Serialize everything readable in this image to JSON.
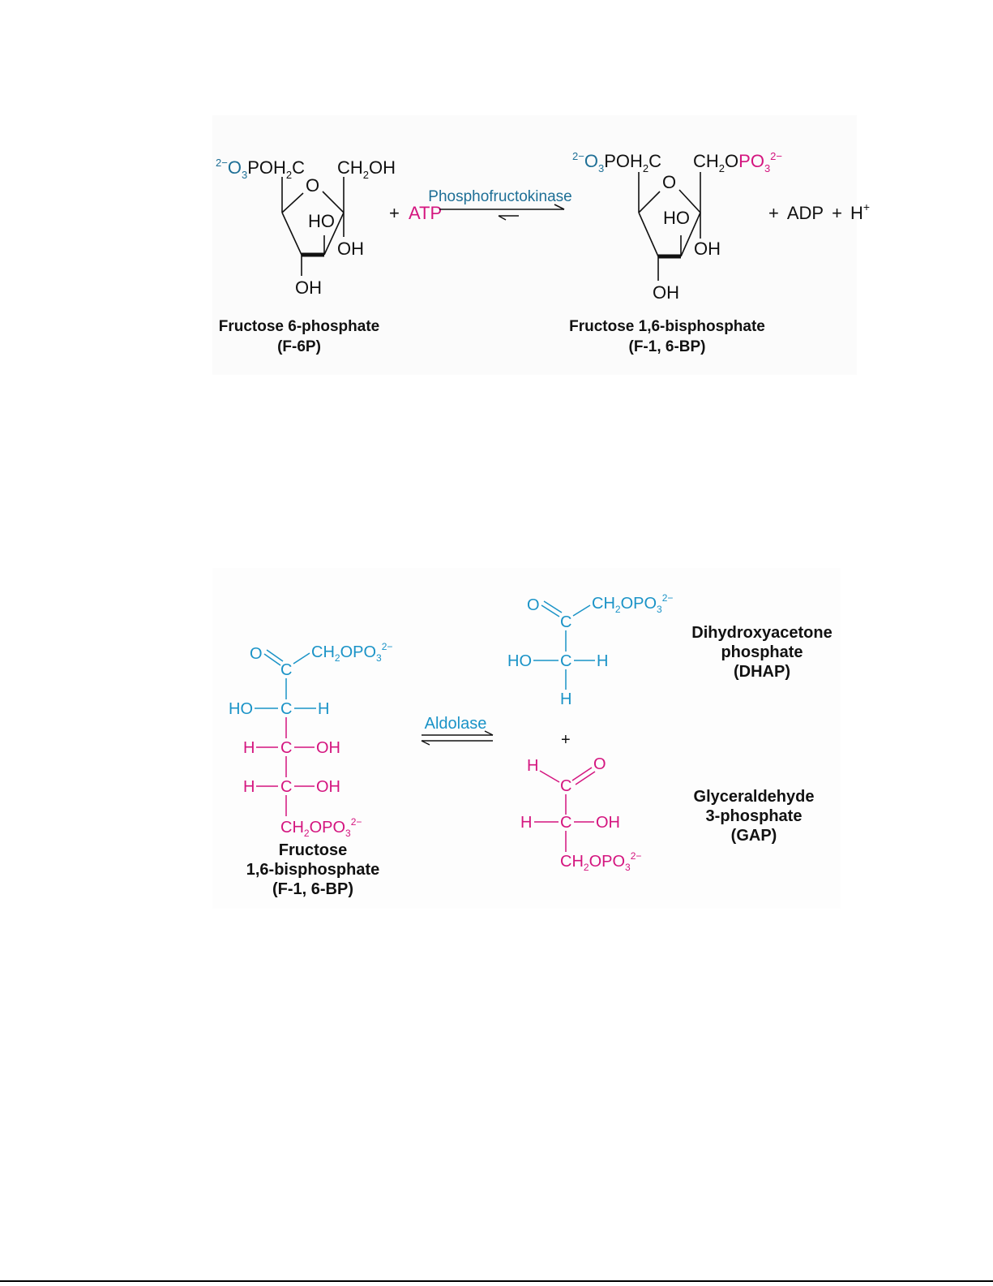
{
  "colors": {
    "blue": "#1a93c7",
    "teal": "#1e6f96",
    "magenta": "#d4157f",
    "black": "#111111"
  },
  "reaction1": {
    "reactant": {
      "left_group": [
        "2−",
        "O",
        "3",
        "POH",
        "2",
        "C"
      ],
      "right_group": [
        "CH",
        "2",
        "OH"
      ],
      "ring_o": "O",
      "ho": "HO",
      "oh_right": "OH",
      "oh_bottom": "OH",
      "name": "Fructose 6-phosphate",
      "abbr": "(F-6P)"
    },
    "plus1": "+",
    "atp": "ATP",
    "enzyme": "Phosphofructokinase",
    "product": {
      "left_group": [
        "2−",
        "O",
        "3",
        "POH",
        "2",
        "C"
      ],
      "right_group_black": [
        "CH",
        "2",
        "O"
      ],
      "right_group_magenta": [
        "PO",
        "3",
        "2−"
      ],
      "ring_o": "O",
      "ho": "HO",
      "oh_right": "OH",
      "oh_bottom": "OH",
      "name": "Fructose 1,6-bisphosphate",
      "abbr": "(F-1, 6-BP)"
    },
    "tail": [
      "+",
      "ADP",
      "+",
      "H",
      "+"
    ]
  },
  "reaction2": {
    "enzyme": "Aldolase",
    "fbp": {
      "o": "O",
      "c1": "C",
      "ch2opo3_top": [
        "CH",
        "2",
        "OPO",
        "3",
        "2−"
      ],
      "ho": "HO",
      "c2": "C",
      "h2": "H",
      "h3": "H",
      "c3": "C",
      "oh3": "OH",
      "h4": "H",
      "c4": "C",
      "oh4": "OH",
      "ch2opo3_bottom": [
        "CH",
        "2",
        "OPO",
        "3",
        "2−"
      ],
      "name_lines": [
        "Fructose",
        "1,6-bisphosphate",
        "(F-1, 6-BP)"
      ]
    },
    "dhap": {
      "o": "O",
      "c1": "C",
      "ch2opo3": [
        "CH",
        "2",
        "OPO",
        "3",
        "2−"
      ],
      "ho": "HO",
      "c2": "C",
      "h": "H",
      "h_bottom": "H",
      "name_lines": [
        "Dihydroxyacetone",
        "phosphate",
        "(DHAP)"
      ]
    },
    "plus": "+",
    "gap": {
      "h": "H",
      "o": "O",
      "c1": "C",
      "h2": "H",
      "c2": "C",
      "oh": "OH",
      "ch2opo3": [
        "CH",
        "2",
        "OPO",
        "3",
        "2−"
      ],
      "name_lines": [
        "Glyceraldehyde",
        "3-phosphate",
        "(GAP)"
      ]
    }
  }
}
